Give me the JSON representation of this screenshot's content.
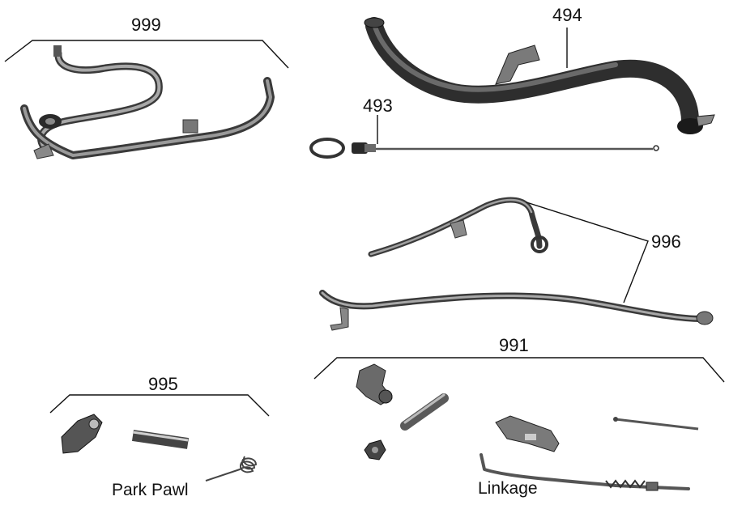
{
  "diagram": {
    "labels": {
      "group_999": "999",
      "part_494": "494",
      "part_493": "493",
      "group_996": "996",
      "group_991": "991",
      "group_995": "995"
    },
    "captions": {
      "park_pawl": "Park Pawl",
      "linkage": "Linkage"
    }
  }
}
